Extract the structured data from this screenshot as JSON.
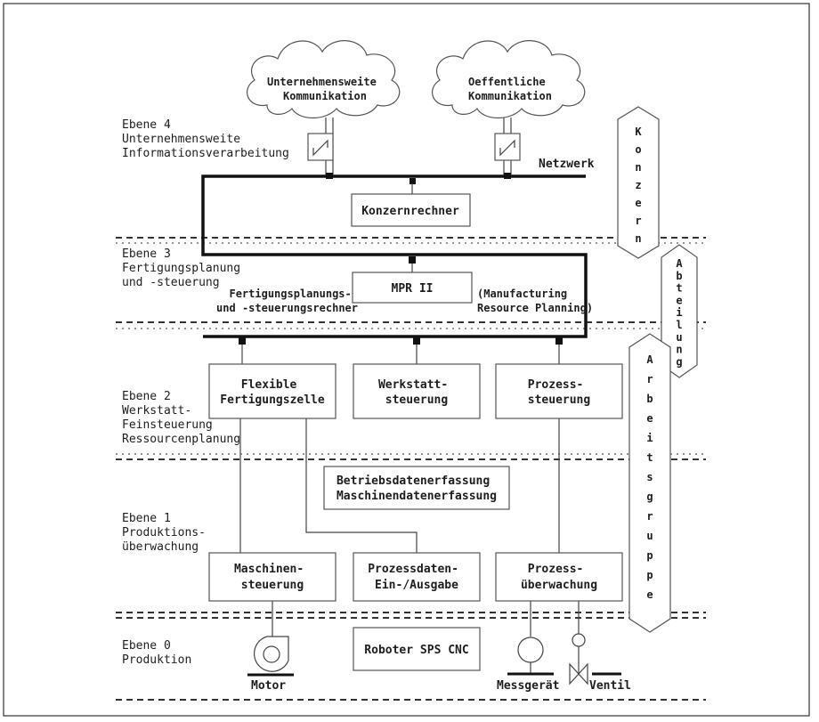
{
  "levels": [
    {
      "lines": [
        "Ebene 4",
        "Unternehmensweite",
        "Informationsverarbeitung"
      ]
    },
    {
      "lines": [
        "Ebene 3",
        "Fertigungsplanung",
        "und -steuerung"
      ]
    },
    {
      "lines": [
        "Ebene 2",
        "Werkstatt-",
        "Feinsteuerung",
        "Ressourcenplanung"
      ]
    },
    {
      "lines": [
        "Ebene 1",
        "Produktions-",
        "überwachung"
      ]
    },
    {
      "lines": [
        "Ebene 0",
        "Produktion"
      ]
    }
  ],
  "clouds": [
    {
      "lines": [
        "Unternehmensweite",
        "Kommunikation"
      ]
    },
    {
      "lines": [
        "Oeffentliche",
        "Kommunikation"
      ]
    }
  ],
  "network_label": "Netzwerk",
  "boxes": {
    "konzernrechner": {
      "lines": [
        "Konzernrechner"
      ]
    },
    "mpr": {
      "lines": [
        "MPR II"
      ]
    },
    "flexible": {
      "lines": [
        "Flexible",
        "Fertigungszelle"
      ]
    },
    "werkstatt": {
      "lines": [
        "Werkstatt-",
        "steuerung"
      ]
    },
    "prozesssteuerung": {
      "lines": [
        "Prozess-",
        "steuerung"
      ]
    },
    "betriebsdaten": {
      "lines": [
        "Betriebsdatenerfassung",
        "Maschinendatenerfassung"
      ]
    },
    "maschinensteuerung": {
      "lines": [
        "Maschinen-",
        "steuerung"
      ]
    },
    "prozessdaten": {
      "lines": [
        "Prozessdaten-",
        "Ein-/Ausgabe"
      ]
    },
    "prozessueberwachung": {
      "lines": [
        "Prozess-",
        "überwachung"
      ]
    },
    "roboter": {
      "lines": [
        "Roboter SPS CNC"
      ]
    }
  },
  "annotations": {
    "fps_rechner": [
      "Fertigungsplanungs-",
      "und -steuerungsrechner"
    ],
    "mrp": [
      "(Manufacturing",
      "Resource Planning)"
    ]
  },
  "devices": {
    "motor": "Motor",
    "messgeraet": "Messgerät",
    "ventil": "Ventil"
  },
  "scopes": {
    "konzern": "Konzern",
    "abteilung": "Abteilung",
    "arbeitsgruppe": "Arbeitsgruppe"
  }
}
